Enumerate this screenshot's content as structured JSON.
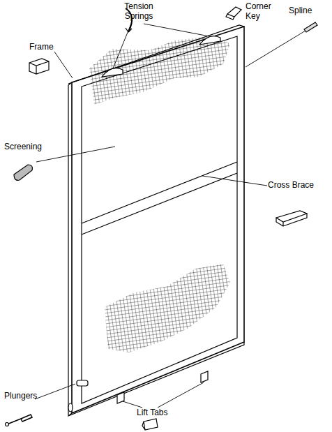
{
  "diagram": {
    "labels": [
      "Tension Springs",
      "Corner Key",
      "Spline",
      "Frame",
      "Screening",
      "Cross Brace",
      "Plungers",
      "Lift Tabs"
    ]
  }
}
